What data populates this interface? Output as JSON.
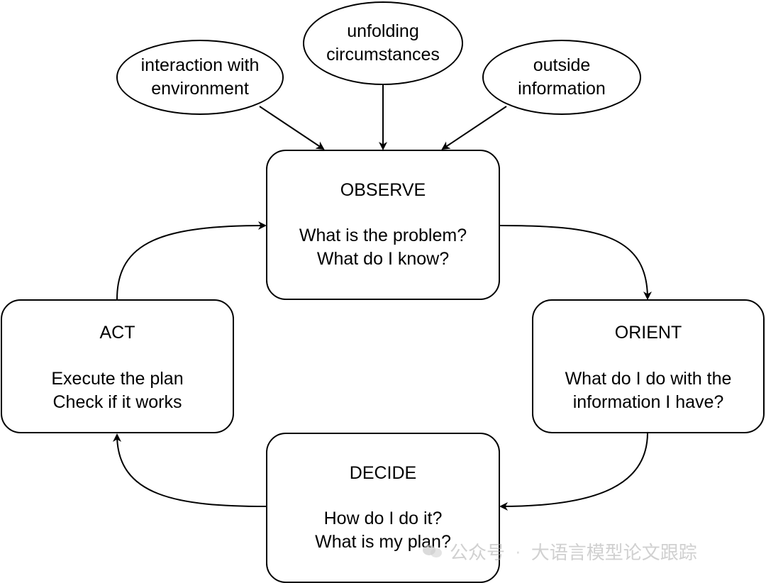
{
  "top_inputs": [
    {
      "id": "interaction",
      "lines": [
        "interaction with",
        "environment"
      ]
    },
    {
      "id": "unfolding",
      "lines": [
        "unfolding",
        "circumstances"
      ]
    },
    {
      "id": "outside",
      "lines": [
        "outside",
        "information"
      ]
    }
  ],
  "stages": {
    "observe": {
      "title": "OBSERVE",
      "lines": [
        "What is the problem?",
        "What do I know?"
      ]
    },
    "orient": {
      "title": "ORIENT",
      "lines": [
        "What do I do with the",
        "information I have?"
      ]
    },
    "decide": {
      "title": "DECIDE",
      "lines": [
        "How do I do it?",
        "What is my plan?"
      ]
    },
    "act": {
      "title": "ACT",
      "lines": [
        "Execute the plan",
        "Check if it works"
      ]
    }
  },
  "watermark": {
    "source": "公众号",
    "separator": "·",
    "account": "大语言模型论文跟踪"
  },
  "colors": {
    "stroke": "#000000",
    "background": "#ffffff",
    "watermark": "#aaaaaa"
  }
}
